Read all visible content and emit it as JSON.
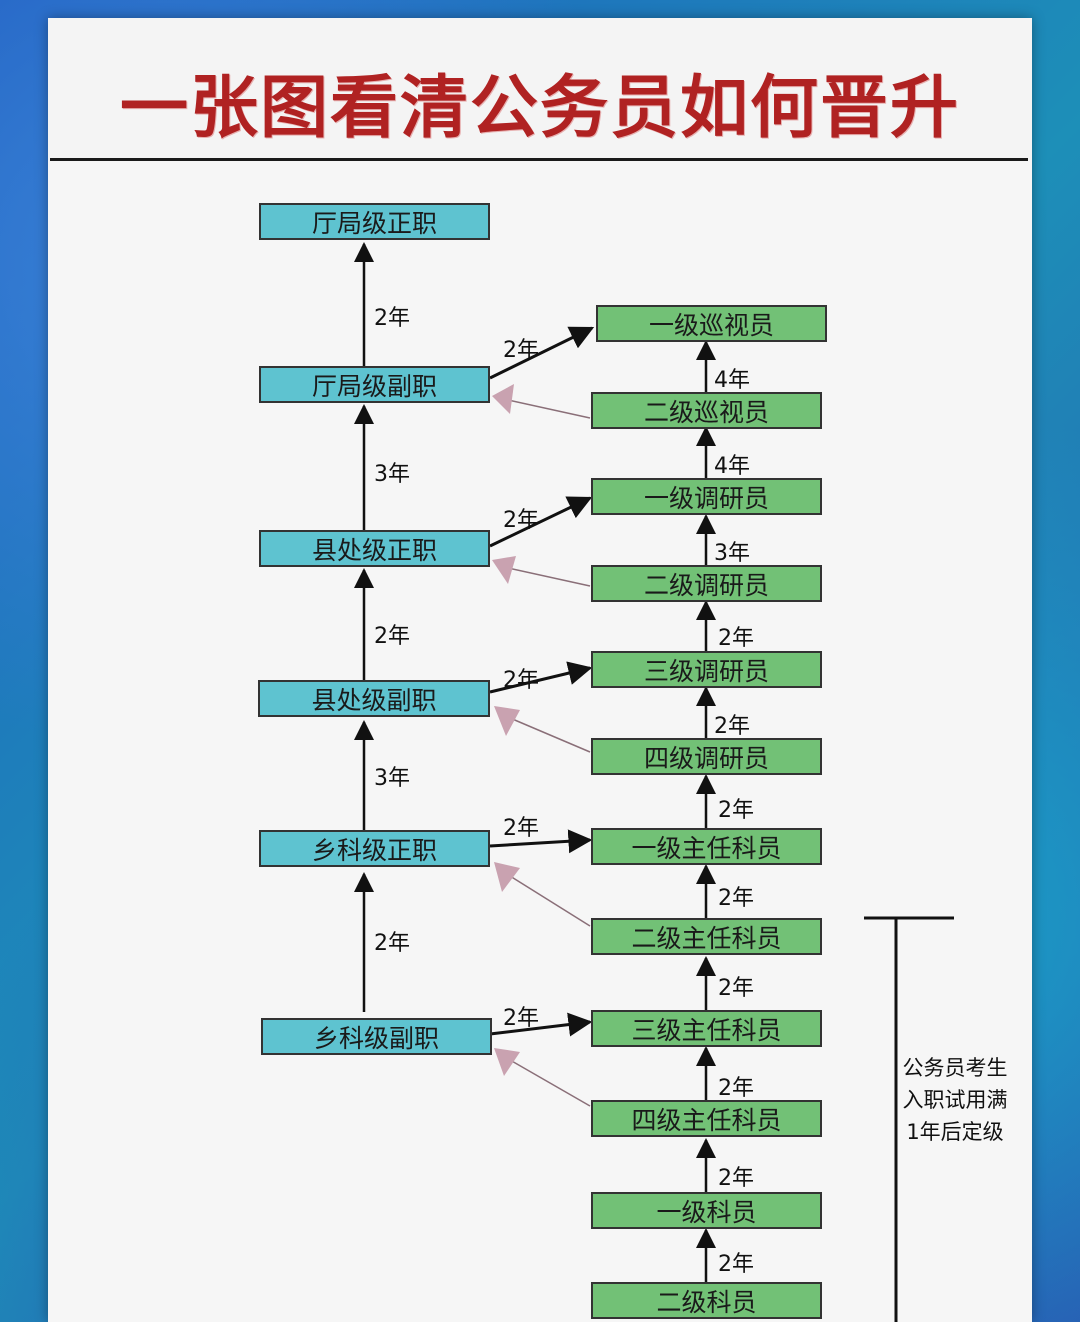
{
  "title": "一张图看清公务员如何晋升",
  "leadership": {
    "ting_zheng": "厅局级正职",
    "ting_fu": "厅局级副职",
    "xian_zheng": "县处级正职",
    "xian_fu": "县处级副职",
    "xiang_zheng": "乡科级正职",
    "xiang_fu": "乡科级副职"
  },
  "ranks": {
    "xunshi_1": "一级巡视员",
    "xunshi_2": "二级巡视员",
    "tiaoyan_1": "一级调研员",
    "tiaoyan_2": "二级调研员",
    "tiaoyan_3": "三级调研员",
    "tiaoyan_4": "四级调研员",
    "zhuren_1": "一级主任科员",
    "zhuren_2": "二级主任科员",
    "zhuren_3": "三级主任科员",
    "zhuren_4": "四级主任科员",
    "keyuan_1": "一级科员",
    "keyuan_2": "二级科员"
  },
  "durations": {
    "l1": "2年",
    "l2": "3年",
    "l3": "2年",
    "l4": "3年",
    "l5": "2年",
    "c1": "2年",
    "c2": "2年",
    "c3": "2年",
    "c4": "2年",
    "c5": "2年",
    "r1": "4年",
    "r2": "4年",
    "r3": "3年",
    "r4": "2年",
    "r5": "2年",
    "r6": "2年",
    "r7": "2年",
    "r8": "2年",
    "r9": "2年",
    "r10": "2年",
    "r11": "2年"
  },
  "note": {
    "line1": "公务员考生",
    "line2": "入职试用满",
    "line3": "1年后定级"
  },
  "colors": {
    "title": "#b02222",
    "leadership_box": "#5ec3d0",
    "rank_box": "#72c176",
    "back_arrow": "#c9a2b0"
  }
}
